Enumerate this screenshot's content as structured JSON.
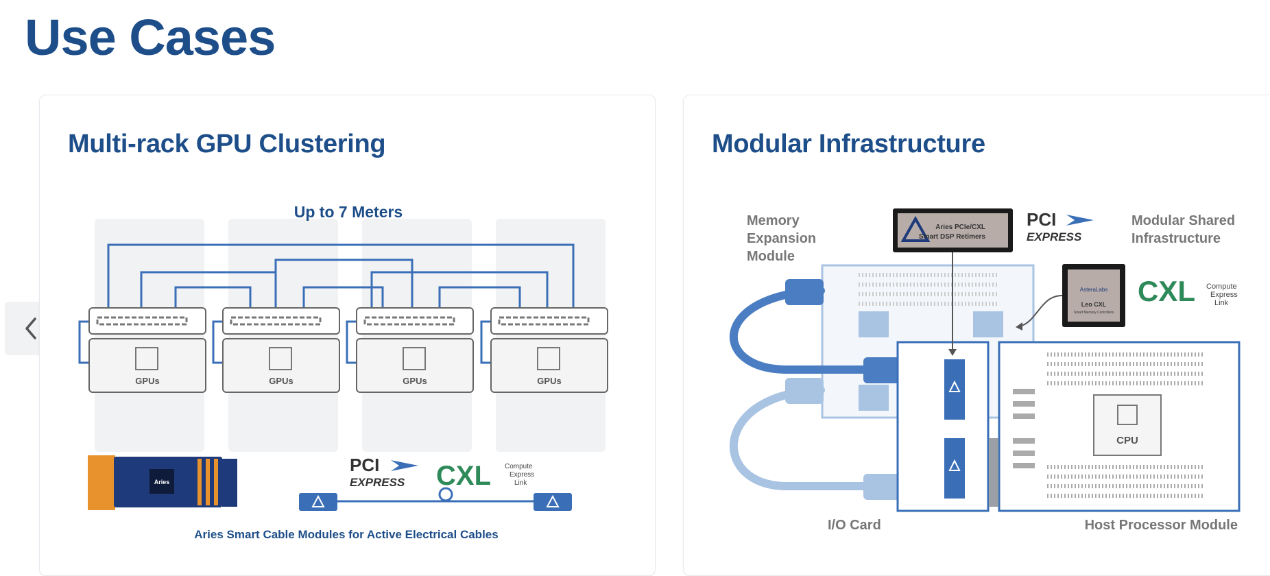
{
  "page": {
    "title": "Use Cases"
  },
  "navigation": {
    "prev_icon": "chevron-left-icon"
  },
  "cards": [
    {
      "title": "Multi-rack GPU Clustering",
      "diagram": {
        "distance_label": "Up to 7 Meters",
        "gpu_label": "GPUs",
        "pci_logo": {
          "line1": "PCI",
          "line2": "EXPRESS"
        },
        "cxl_logo": {
          "mark": "CXL",
          "tag1": "Compute",
          "tag2": "Express",
          "tag3": "Link"
        },
        "retimer_board_text": "Aries",
        "caption": "Aries Smart Cable Modules for Active Electrical Cables"
      }
    },
    {
      "title": "Modular Infrastructure",
      "diagram": {
        "memory_label": [
          "Memory",
          "Expansion",
          "Module"
        ],
        "retimer_chip": {
          "line1": "Aries PCIe/CXL",
          "line2": "Smart DSP Retimers"
        },
        "pci_logo": {
          "line1": "PCI",
          "line2": "EXPRESS"
        },
        "shared_label": [
          "Modular Shared",
          "Infrastructure"
        ],
        "leo_chip": {
          "brand": "AsteraLabs",
          "line1": "Leo CXL",
          "line2": "Smart Memory Controllers"
        },
        "cxl_logo": {
          "mark": "CXL",
          "tag1": "Compute",
          "tag2": "Express",
          "tag3": "Link"
        },
        "cpu_label": "CPU",
        "io_label": "I/O Card",
        "host_label": "Host Processor Module"
      }
    }
  ],
  "colors": {
    "title": "#1d4e89",
    "accent": "#3a6fb8",
    "light": "#a9c3e3",
    "cxl_green": "#2f8a5a"
  }
}
